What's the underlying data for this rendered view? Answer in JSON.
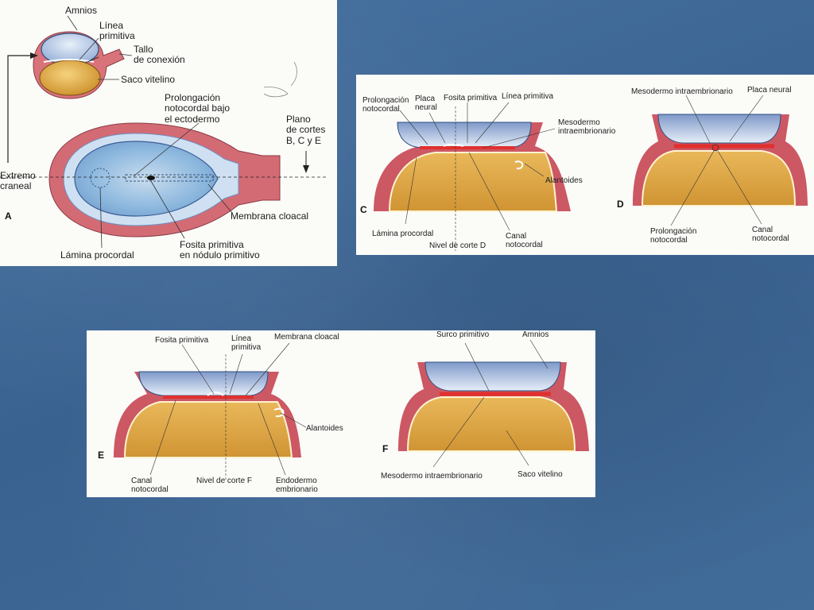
{
  "panel_a": {
    "amnios": "Amnios",
    "linea_primitiva": "Línea\nprimitiva",
    "tallo": "Tallo\nde conexión",
    "saco_vitelino": "Saco vitelino",
    "prolongacion": "Prolongación\nnotocordal bajo\nel ectodermo",
    "plano": "Plano\nde cortes\nB, C y E",
    "extremo": "Extremo\ncraneal",
    "membrana_cloacal": "Membrana cloacal",
    "fosita": "Fosita primitiva\nen nódulo primitivo",
    "lamina": "Lámina procordal",
    "letter": "A"
  },
  "panel_cd": {
    "prolongacion": "Prolongación\nnotocordal",
    "placa_neural": "Placa\nneural",
    "fosita": "Fosita primitiva",
    "linea": "Línea primitiva",
    "mesodermo": "Mesodermo\nintraembrionario",
    "alantoides": "Alantoides",
    "lamina": "Lámina procordal",
    "nivel": "Nivel de corte D",
    "canal": "Canal\nnotocordal",
    "letter_c": "C",
    "d_mesodermo": "Mesodermo intraembrionario",
    "d_placa": "Placa neural",
    "d_prolongacion": "Prolongación\nnotocordal",
    "d_canal": "Canal\nnotocordal",
    "letter_d": "D"
  },
  "panel_ef": {
    "fosita": "Fosita primitiva",
    "linea": "Línea\nprimitiva",
    "membrana": "Membrana cloacal",
    "alantoides": "Alantoides",
    "canal": "Canal\nnotocordal",
    "nivel": "Nivel de corte F",
    "endodermo": "Endodermo\nembrionario",
    "letter_e": "E",
    "f_surco": "Surco primitivo",
    "f_amnios": "Amnios",
    "f_mesodermo": "Mesodermo intraembrionario",
    "f_saco": "Saco vitelino",
    "letter_f": "F"
  },
  "colors": {
    "background": "#3f6896",
    "amnion_blue": "#9fb6da",
    "yolk_orange": "#e2a43a",
    "wall_red": "#c9525c",
    "mesoderm_red": "#e0302e"
  }
}
